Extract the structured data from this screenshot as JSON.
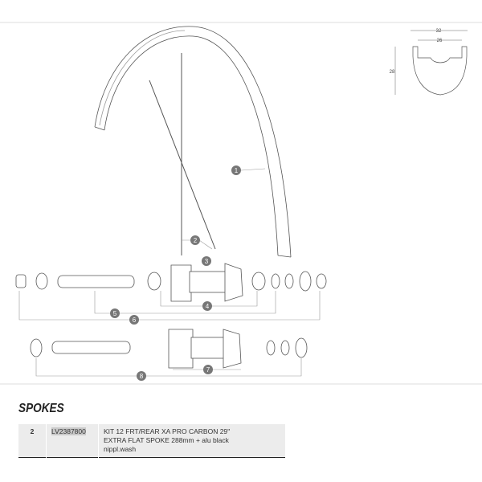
{
  "diagram": {
    "callouts": [
      "1",
      "2",
      "3",
      "4",
      "5",
      "6",
      "7",
      "8"
    ],
    "rim_profile": {
      "outer_width": "32",
      "inner_width": "26",
      "height": "28"
    }
  },
  "section": {
    "title": "SPOKES"
  },
  "table": {
    "rows": [
      {
        "item": "2",
        "reference": "LV2387800",
        "description_lines": [
          "KIT 12 FRT/REAR XA PRO CARBON 29''",
          "EXTRA FLAT SPOKE 288mm + alu black",
          "nippl.wash"
        ]
      }
    ]
  }
}
